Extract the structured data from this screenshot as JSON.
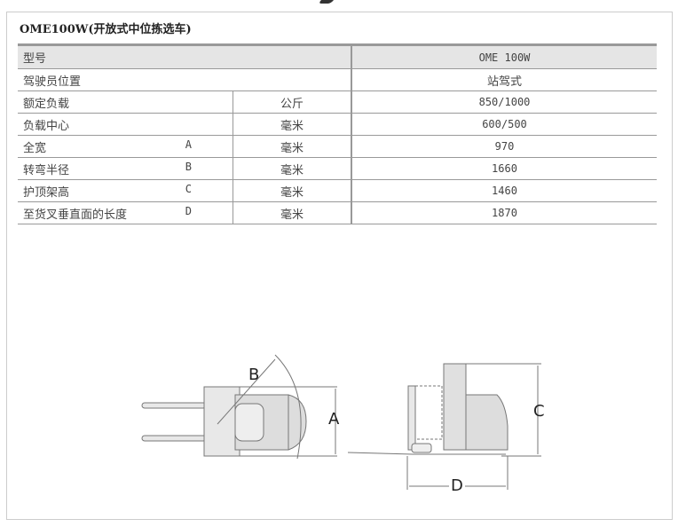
{
  "title": "OME100W(开放式中位拣选车)",
  "table": {
    "header": {
      "label": "型号",
      "value": "OME 100W"
    },
    "rows": [
      {
        "label": "驾驶员位置",
        "letter": "",
        "unit": "",
        "value": "站驾式"
      },
      {
        "label": "额定负载",
        "letter": "",
        "unit": "公斤",
        "value": "850/1000"
      },
      {
        "label": "负载中心",
        "letter": "",
        "unit": "毫米",
        "value": "600/500"
      },
      {
        "label": "全宽",
        "letter": "A",
        "unit": "毫米",
        "value": "970"
      },
      {
        "label": "转弯半径",
        "letter": "B",
        "unit": "毫米",
        "value": "1660"
      },
      {
        "label": "护顶架高",
        "letter": "C",
        "unit": "毫米",
        "value": "1460"
      },
      {
        "label": "至货叉垂直面的长度",
        "letter": "D",
        "unit": "毫米",
        "value": "1870"
      }
    ]
  },
  "diagram": {
    "labels": {
      "a": "A",
      "b": "B",
      "c": "C",
      "d": "D"
    }
  }
}
